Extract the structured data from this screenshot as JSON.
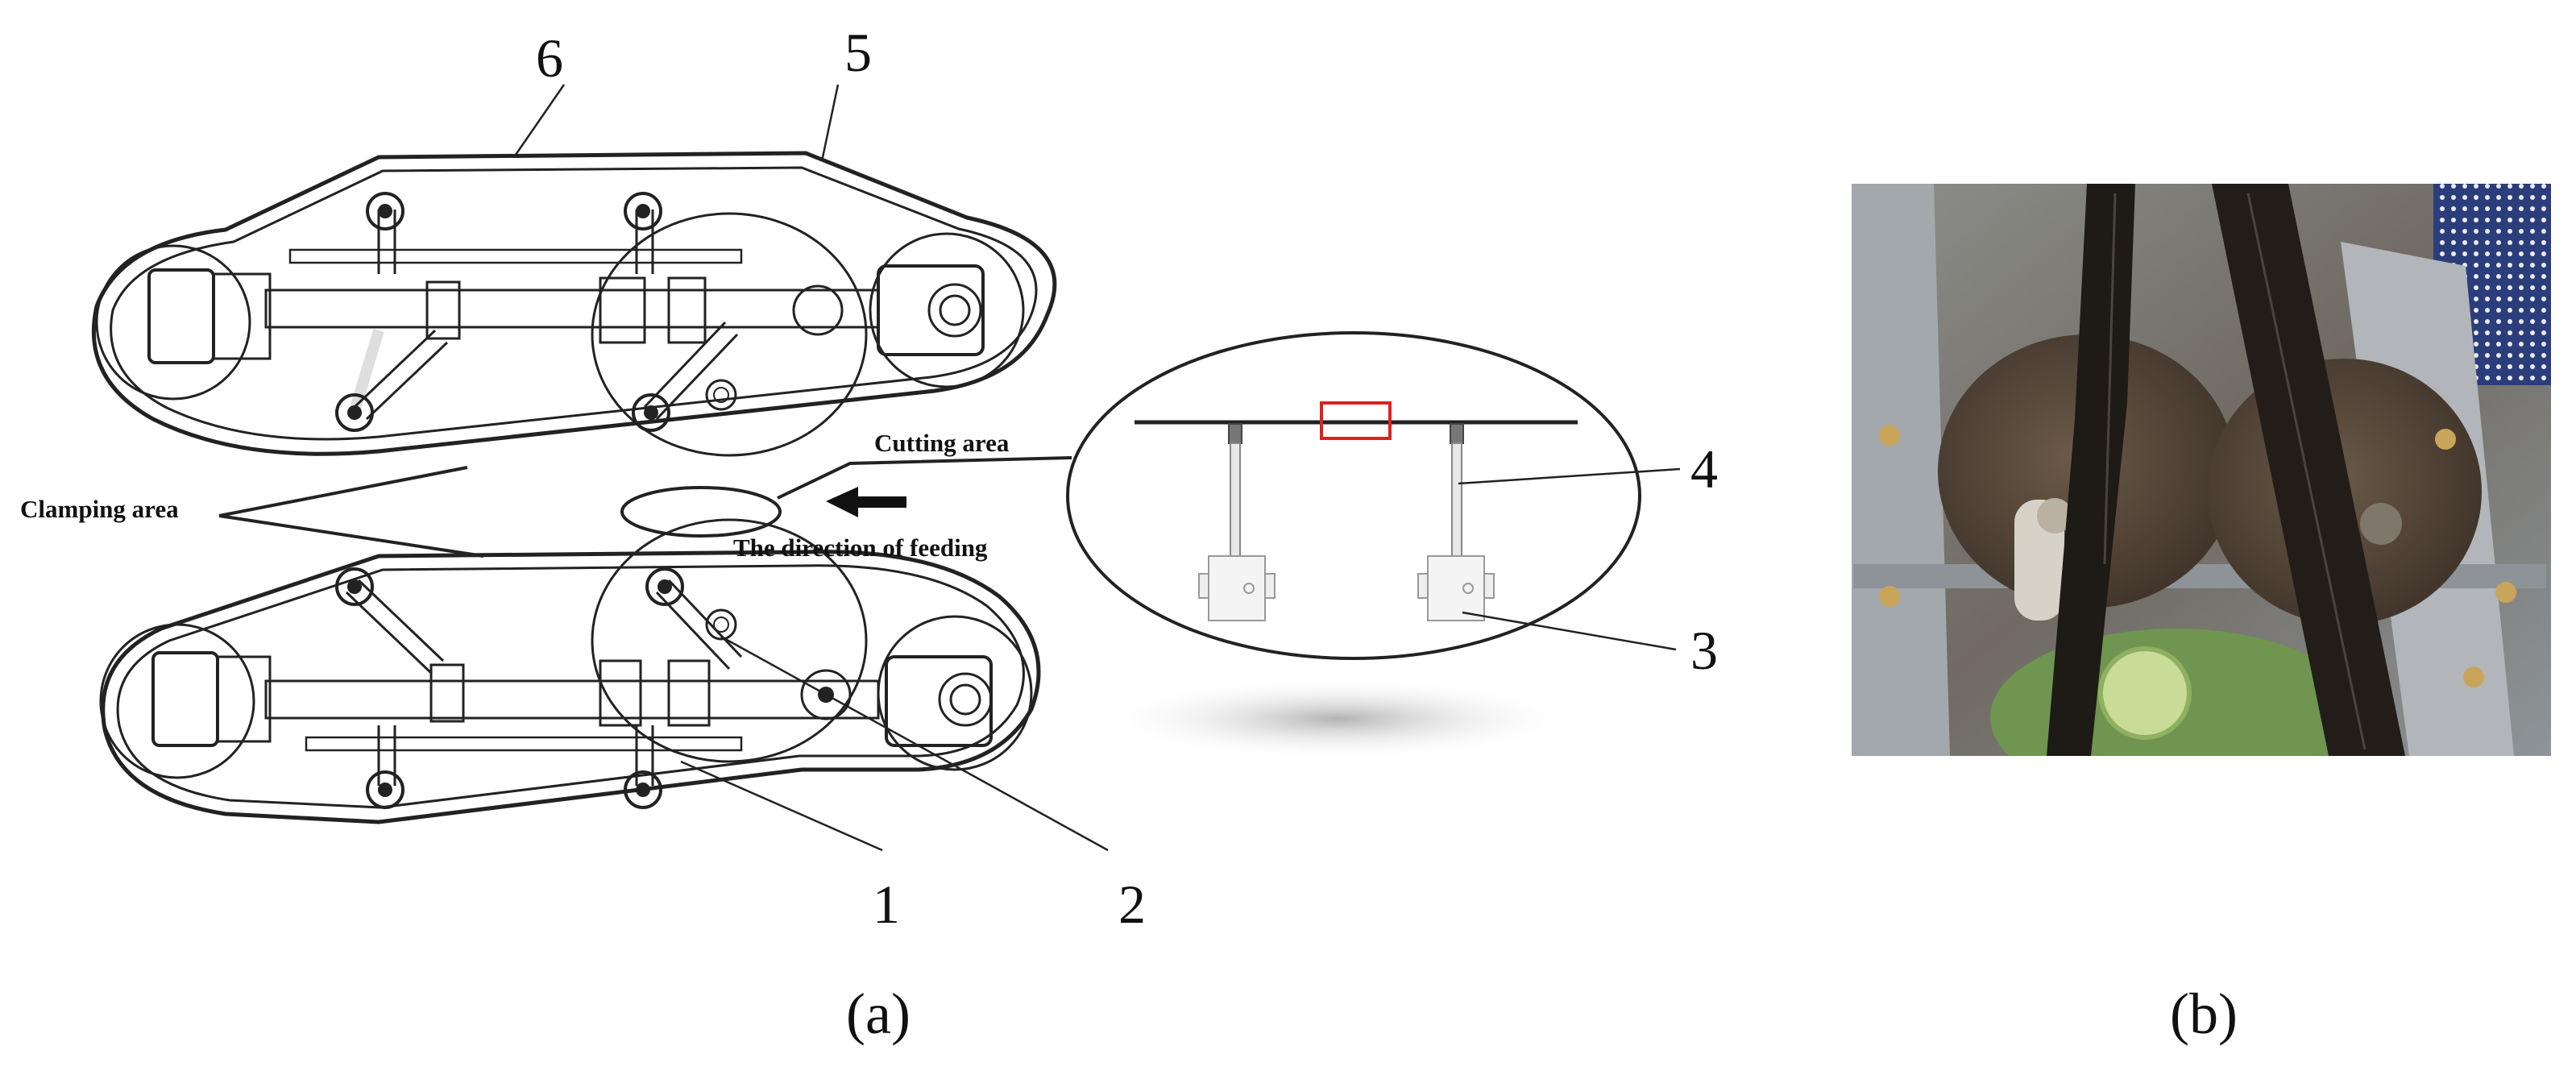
{
  "figure": {
    "part_numbers": {
      "n1": "1",
      "n2": "2",
      "n3": "3",
      "n4": "4",
      "n5": "5",
      "n6": "6"
    },
    "annotations": {
      "clamping_area": "Clamping area",
      "cutting_area": "Cutting area",
      "feeding_direction": "The direction of feeding"
    },
    "captions": {
      "a": "(a)",
      "b": "(b)"
    }
  },
  "colors": {
    "line": "#222222",
    "highlight_box": "#e02020",
    "photo_belt": "#1e1a16",
    "photo_disc": "#5a4a3a",
    "photo_frame": "#9a9ea3",
    "photo_cabbage": "#b7d08a"
  }
}
